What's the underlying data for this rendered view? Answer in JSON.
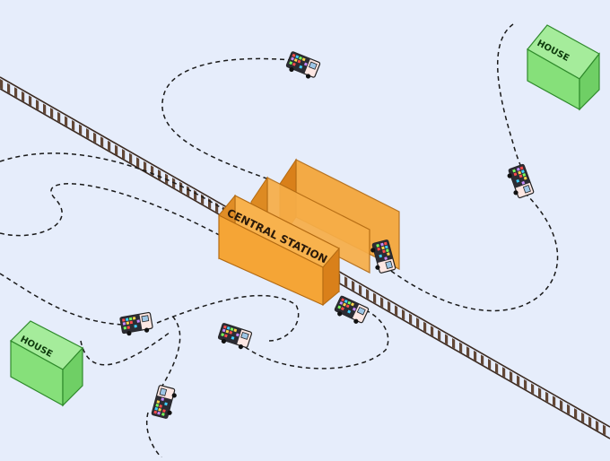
{
  "scene": {
    "station_label": "CENTRAL STATION",
    "house_label_left": "HOUSE",
    "house_label_right": "HOUSE",
    "icons": {
      "vehicle": "delivery-van-icon",
      "house": "house-icon",
      "rail": "railway-track-icon"
    },
    "colors": {
      "background": "#e6edfb",
      "station_orange": "#f5a536",
      "station_dark": "#d9801a",
      "house_green": "#86e07a",
      "house_dark": "#4aa447",
      "rail": "#5b3e2c",
      "path": "#1a1a1a"
    }
  }
}
